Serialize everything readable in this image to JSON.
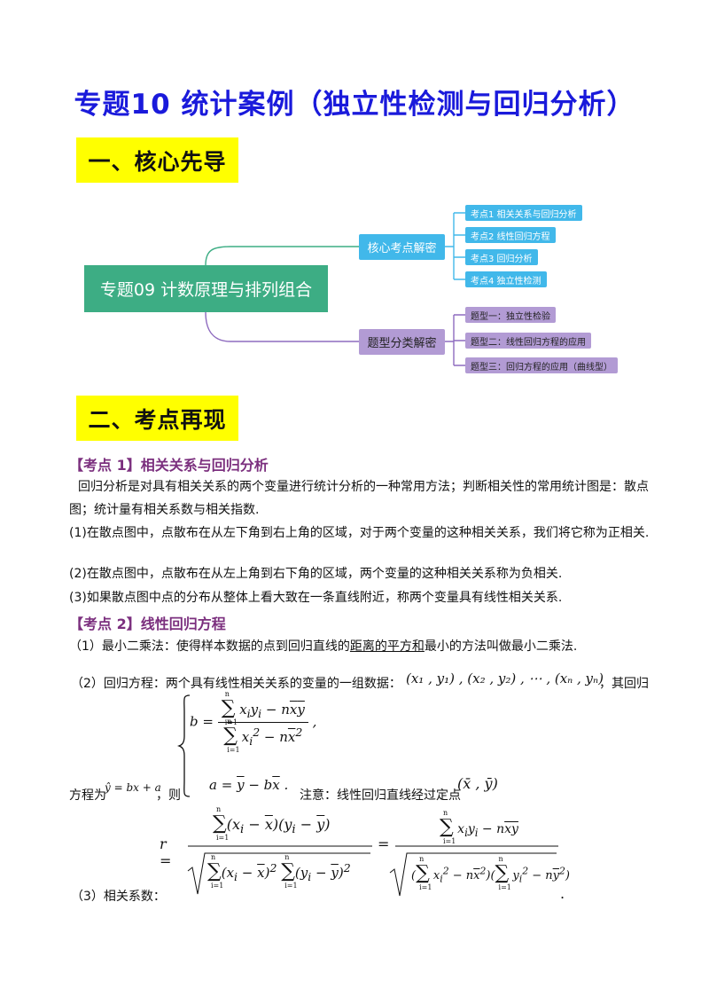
{
  "title": "专题10  统计案例（独立性检测与回归分析）",
  "sections": {
    "s1": "一、核心先导",
    "s2": "二、考点再现"
  },
  "mindmap": {
    "root": "专题09 计数原理与排列组合",
    "branches": [
      {
        "label": "核心考点解密",
        "color": "#41b8ea",
        "leaves": [
          "考点1 相关关系与回归分析",
          "考点2 线性回归方程",
          "考点3 回归分析",
          "考点4 独立性检测"
        ]
      },
      {
        "label": "题型分类解密",
        "color": "#b29bd4",
        "leaves": [
          "题型一：独立性检验",
          "题型二：线性回归方程的应用",
          "题型三：回归方程的应用（曲线型）"
        ]
      }
    ]
  },
  "kp1": {
    "heading": "【考点 1】相关关系与回归分析",
    "p1": "回归分析是对具有相关关系的两个变量进行统计分析的一种常用方法；判断相关性的常用统计图是：散点图；统计量有相关系数与相关指数.",
    "p2": "(1)在散点图中，点散布在从左下角到右上角的区域，对于两个变量的这种相关关系，我们将它称为正相关.",
    "p3": "(2)在散点图中，点散布在从左上角到右下角的区域，两个变量的这种相关关系称为负相关.",
    "p4": "(3)如果散点图中点的分布从整体上看大致在一条直线附近，称两个变量具有线性相关关系."
  },
  "kp2": {
    "heading": "【考点 2】线性回归方程",
    "p1_a": "（1）最小二乘法：使得样本数据的点到回归直线的",
    "p1_u": "距离的平方和",
    "p1_b": "最小的方法叫做最小二乘法.",
    "p2_a": "（2）回归方程：两个具有线性相关关系的变量的一组数据：",
    "p2_data": "(x₁ , y₁) , (x₂ , y₂) , ⋯ , (xₙ , yₙ)",
    "p2_b": "，其回归",
    "p2_c": "方程为",
    "p2_eq": "ŷ = bx + a",
    "p2_d": "，则",
    "p2_note": "注意：线性回归直线经过定点",
    "p2_point": "(x̄ , ȳ)",
    "p3": "（3）相关系数："
  }
}
